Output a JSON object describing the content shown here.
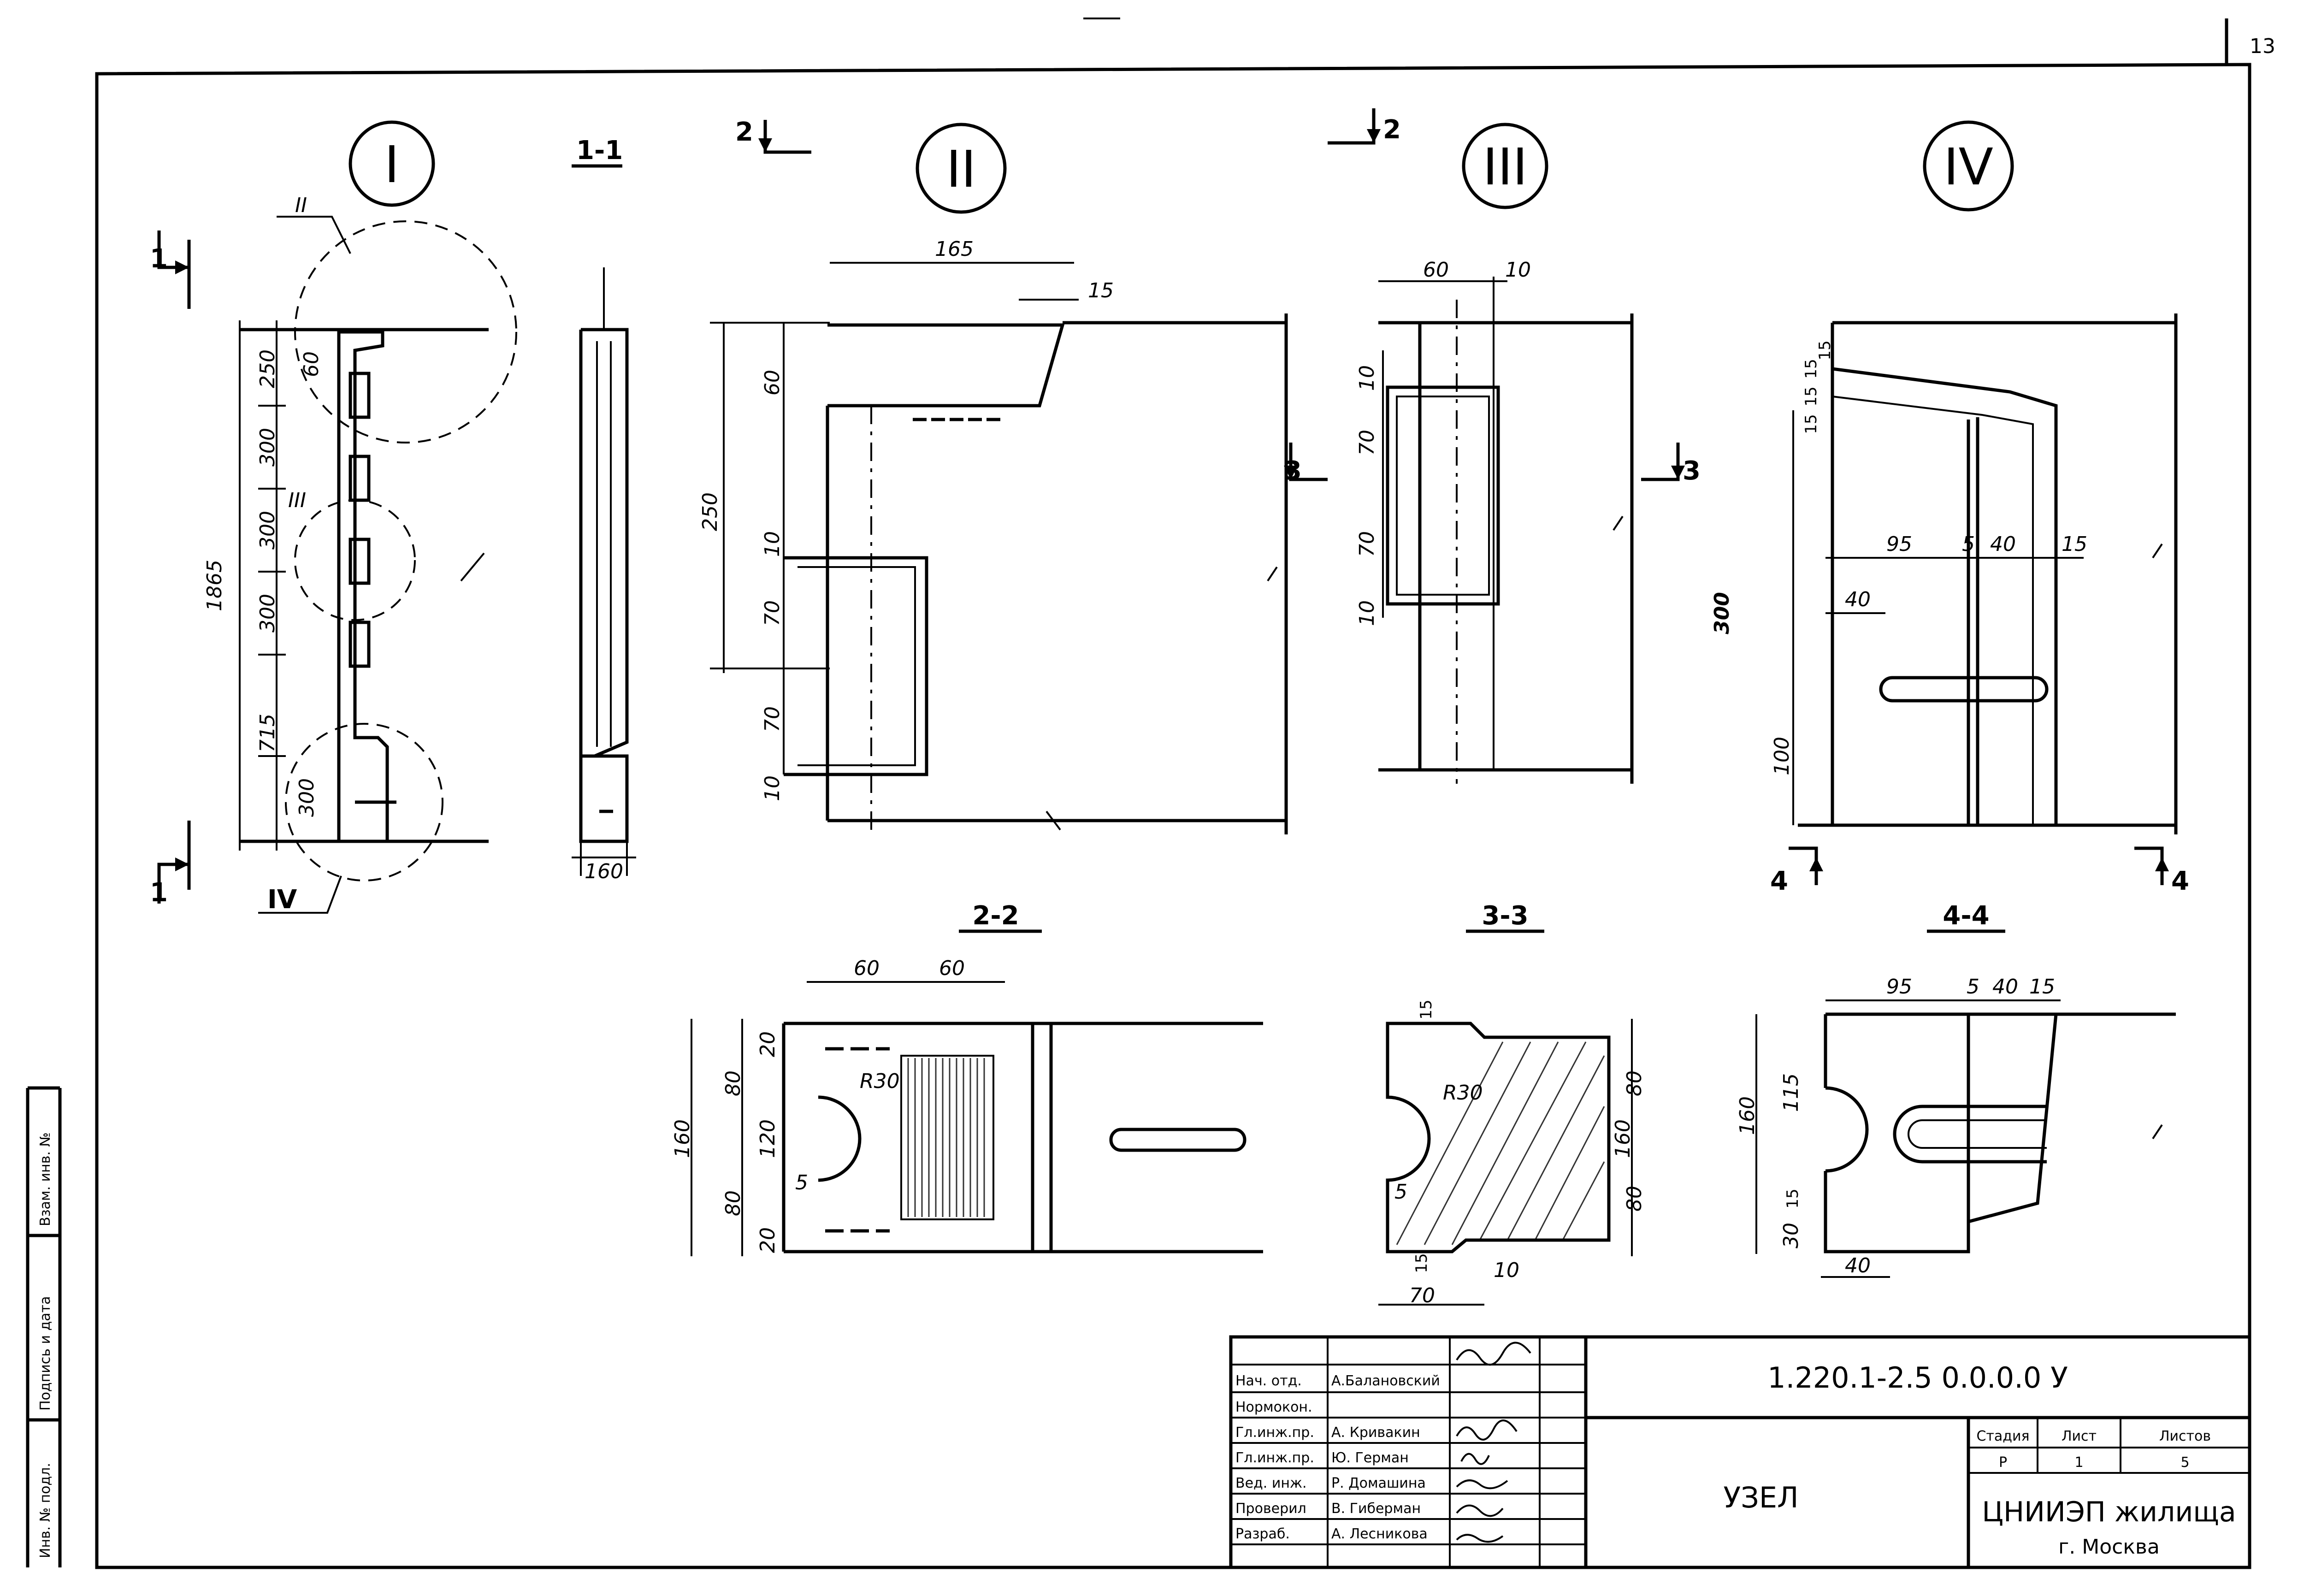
{
  "sheet_number": "13",
  "views": {
    "v1": "I",
    "v2": "II",
    "v3": "III",
    "v4": "IV"
  },
  "sections": {
    "s11": "1-1",
    "s22": "2-2",
    "s33": "3-3",
    "s44": "4-4",
    "mark1": "1",
    "mark2": "2",
    "mark3": "3",
    "mark4": "4",
    "callout_II": "II",
    "callout_III": "III",
    "callout_IV": "IV"
  },
  "dims": {
    "v1": [
      "250",
      "60",
      "300",
      "300",
      "300",
      "715",
      "300",
      "1865"
    ],
    "s11": [
      "160"
    ],
    "v2": [
      "165",
      "15",
      "60",
      "250",
      "10",
      "70",
      "70",
      "10"
    ],
    "v3": [
      "60",
      "10",
      "10",
      "70",
      "70",
      "10"
    ],
    "v4": [
      "15",
      "15",
      "15",
      "15",
      "95",
      "5",
      "40",
      "15",
      "40",
      "300",
      "100"
    ],
    "s22": [
      "60",
      "60",
      "20",
      "80",
      "120",
      "80",
      "20",
      "160",
      "R30",
      "5"
    ],
    "s33": [
      "15",
      "R30",
      "5",
      "15",
      "10",
      "70",
      "80",
      "80",
      "160"
    ],
    "s44": [
      "95",
      "5",
      "40",
      "15",
      "160",
      "115",
      "15",
      "30",
      "40"
    ]
  },
  "side_stamp": {
    "inv": "Инв. № подл.",
    "sign": "Подпись и дата",
    "vzam": "Взам. инв. №"
  },
  "title_block": {
    "code": "1.220.1-2.5 0.0.0.0 У",
    "title": "УЗЕЛ",
    "org": "ЦНИИЭП жилища",
    "city": "г. Москва",
    "stage_label": "Стадия",
    "sheet_label": "Лист",
    "sheets_label": "Листов",
    "stage": "Р",
    "sheet": "1",
    "sheets": "5",
    "staff": [
      {
        "role": "Нач. отд.",
        "name": "А.Балановский"
      },
      {
        "role": "Нормокон.",
        "name": ""
      },
      {
        "role": "Гл.инж.пр.",
        "name": "А. Кривакин"
      },
      {
        "role": "Гл.инж.пр.",
        "name": "Ю. Герман"
      },
      {
        "role": "Вед. инж.",
        "name": "Р. Домашина"
      },
      {
        "role": "Проверил",
        "name": "В. Гиберман"
      },
      {
        "role": "Разраб.",
        "name": "А. Лесникова"
      }
    ]
  }
}
